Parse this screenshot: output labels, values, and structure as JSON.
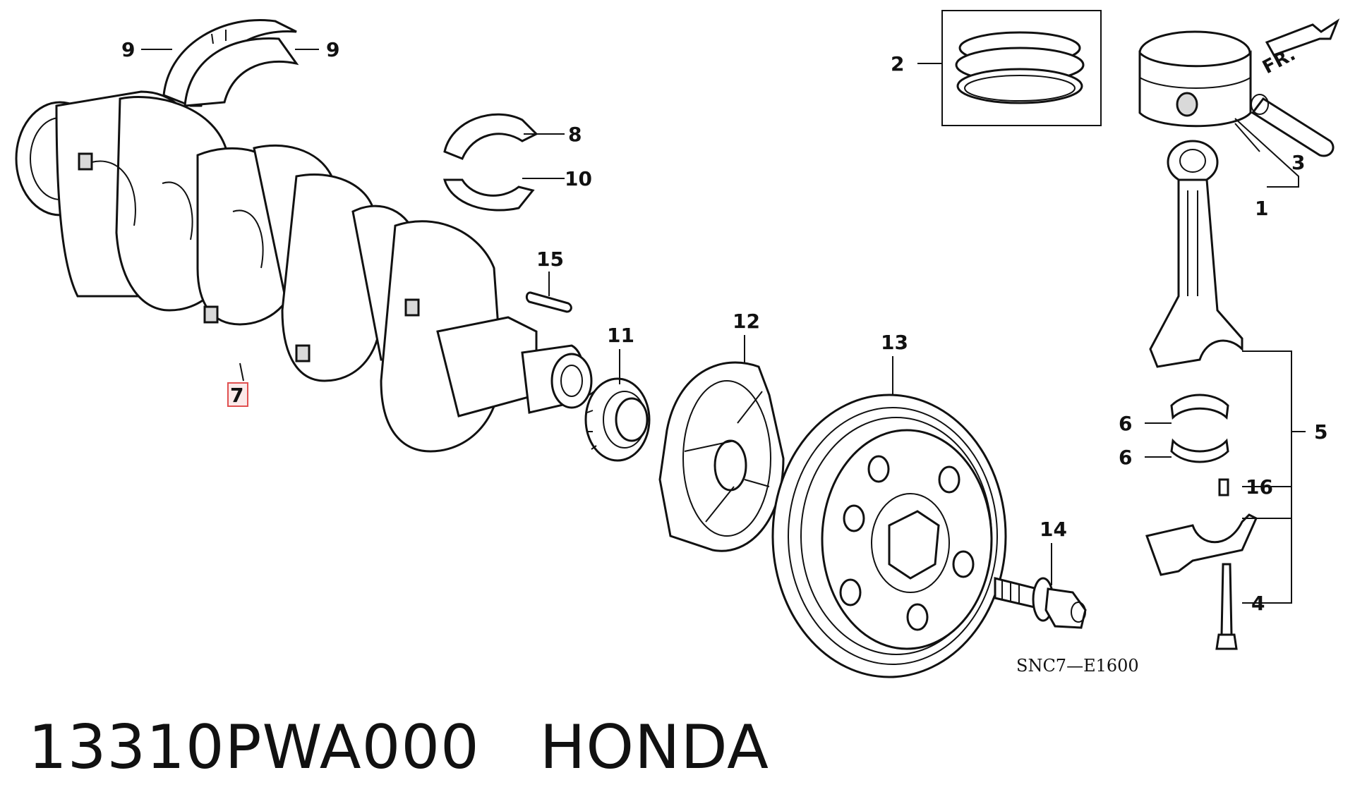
{
  "diagram_code": "SNC7—E1600",
  "caption": {
    "part_number": "13310PWA000",
    "brand": "HONDA"
  },
  "direction_marker": "FR.",
  "highlighted_callout": "7",
  "callouts": {
    "c1": "1",
    "c2": "2",
    "c3": "3",
    "c4": "4",
    "c5": "5",
    "c6a": "6",
    "c6b": "6",
    "c7": "7",
    "c8": "8",
    "c9a": "9",
    "c9b": "9",
    "c10": "10",
    "c11": "11",
    "c12": "12",
    "c13": "13",
    "c14": "14",
    "c15": "15",
    "c16": "16"
  }
}
